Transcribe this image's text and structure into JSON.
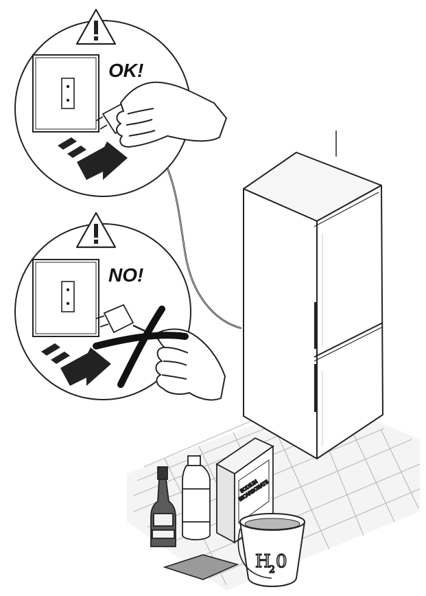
{
  "labels": {
    "ok": "OK!",
    "no": "NO!",
    "bucket": "H",
    "bucket_sub": "2",
    "bucket_tail": "0",
    "box_line1": "SODIUM",
    "box_line2": "BICARBONATE"
  },
  "icons": {
    "warning_top": "warning-triangle-icon",
    "warning_bottom": "warning-triangle-icon",
    "arrow_top": "pull-arrow-icon",
    "arrow_bottom": "pull-arrow-icon",
    "cross": "cross-icon"
  },
  "colors": {
    "line": "#222222",
    "floor_tile": "#d8d8d8",
    "fridge": "#ffffff",
    "fridge_side": "#e9e9e9",
    "cloth": "#9a9a9a",
    "water": "#b8b8b8"
  }
}
